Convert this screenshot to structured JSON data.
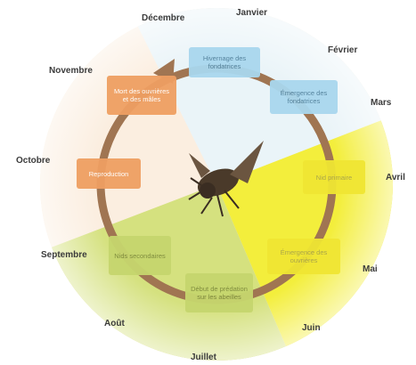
{
  "months": {
    "janvier": "Janvier",
    "fevrier": "Février",
    "mars": "Mars",
    "avril": "Avril",
    "mai": "Mai",
    "juin": "Juin",
    "juillet": "Juillet",
    "aout": "Août",
    "septembre": "Septembre",
    "octobre": "Octobre",
    "novembre": "Novembre",
    "decembre": "Décembre"
  },
  "stages": {
    "hivernage": "Hivernage des fondatrices",
    "emergence_fondatrices": "Émergence des fondatrices",
    "nid_primaire": "Nid primaire",
    "emergence_ouvrieres": "Émergence des ouvrières",
    "predation": "Début de prédation sur les abeilles",
    "nids_secondaires": "Nids secondaires",
    "reproduction": "Reproduction",
    "mort": "Mort des ouvrières et des mâles"
  },
  "colors": {
    "ring": "#a07552",
    "winter": "#eaf4f8",
    "spring": "#f3ee3c",
    "summer": "#d5e17f",
    "autumn": "#fbeee0",
    "blue_box": "#a9d7ee",
    "orange_box": "#ef9f62",
    "yellow_box": "#f0e633",
    "green_box": "#c6d66e"
  },
  "icons": {
    "center": "hornet-icon"
  }
}
